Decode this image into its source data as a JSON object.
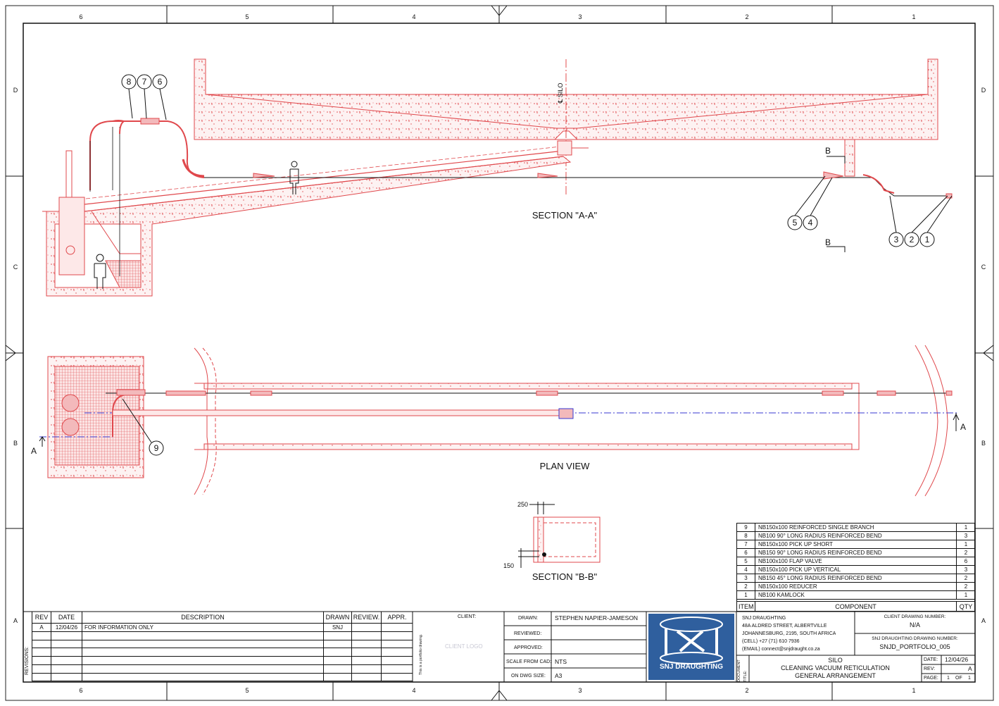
{
  "grid": {
    "columns": [
      "6",
      "5",
      "4",
      "3",
      "2",
      "1"
    ],
    "rows": [
      "D",
      "C",
      "B",
      "A"
    ]
  },
  "views": {
    "section_aa": "SECTION \"A-A\"",
    "plan": "PLAN VIEW",
    "section_bb": "SECTION \"B-B\"",
    "silo_label": "℄ SILO",
    "cut_b": "B",
    "cut_a": "A",
    "dim_250": "250",
    "dim_150": "150"
  },
  "balloons": {
    "top_left": [
      "8",
      "7",
      "6"
    ],
    "mid": [
      "5",
      "4"
    ],
    "right": [
      "3",
      "2",
      "1"
    ],
    "plan": [
      "9"
    ]
  },
  "bom": {
    "header_item": "ITEM",
    "header_component": "COMPONENT",
    "header_qty": "QTY",
    "rows": [
      {
        "item": "9",
        "component": "NB150x100 REINFORCED SINGLE BRANCH",
        "qty": "1"
      },
      {
        "item": "8",
        "component": "NB100 90° LONG RADIUS REINFORCED BEND",
        "qty": "3"
      },
      {
        "item": "7",
        "component": "NB150x100 PICK UP SHORT",
        "qty": "1"
      },
      {
        "item": "6",
        "component": "NB150 90° LONG RADIUS REINFORCED BEND",
        "qty": "2"
      },
      {
        "item": "5",
        "component": "NB100x100 FLAP VALVE",
        "qty": "6"
      },
      {
        "item": "4",
        "component": "NB150x100 PICK UP VERTICAL",
        "qty": "3"
      },
      {
        "item": "3",
        "component": "NB150 45° LONG RADIUS REINFORCED BEND",
        "qty": "2"
      },
      {
        "item": "2",
        "component": "NB150x100 REDUCER",
        "qty": "2"
      },
      {
        "item": "1",
        "component": "NB100 KAMLOCK",
        "qty": "1"
      }
    ]
  },
  "revisions": {
    "side_label": "REVISIONS:",
    "headers": {
      "rev": "REV",
      "date": "DATE",
      "description": "DESCRIPTION",
      "drawn": "DRAWN",
      "review": "REVIEW.",
      "appr": "APPR."
    },
    "rows": [
      {
        "rev": "A",
        "date": "12/04/26",
        "description": "FOR INFORMATION ONLY",
        "drawn": "SNJ",
        "review": "",
        "appr": ""
      }
    ],
    "portfolio_note": "This is a portfolio drawing."
  },
  "client": {
    "label": "CLIENT:",
    "logo_placeholder": "CLIENT LOGO"
  },
  "approvals": {
    "drawn_label": "DRAWN:",
    "drawn_value": "STEPHEN NAPIER-JAMESON",
    "reviewed_label": "REVIEWED:",
    "approved_label": "APPROVED:",
    "scale_label": "SCALE FROM CAD:",
    "scale_value": "NTS",
    "size_label": "ON DWG SIZE:",
    "size_value": "A3"
  },
  "company": {
    "logo_text": "SNJ DRAUGHTING",
    "name": "SNJ DRAUGHTING",
    "address1": "48A ALDRED STREET, ALBERTVILLE",
    "address2": "JOHANNESBURG, 2195, SOUTH AFRICA",
    "cell": "(CELL) +27 (71) 610 7936",
    "email": "(EMAIL) connect@snjdraught.co.za"
  },
  "document": {
    "title_label": "DOCUMENT TITLE:",
    "line1": "SILO",
    "line2": "CLEANING VACUUM RETICULATION",
    "line3": "GENERAL ARRANGEMENT",
    "client_dwg_label": "CLIENT DRAWING NUMBER:",
    "client_dwg_value": "N/A",
    "snj_dwg_label": "SNJ DRAUGHTING DRAWING NUMBER:",
    "snj_dwg_value": "SNJD_PORTFOLIO_005",
    "date_label": "DATE:",
    "date_value": "12/04/26",
    "rev_label": "REV:",
    "rev_value": "A",
    "page_label": "PAGE:",
    "page_value": "1",
    "page_of": "OF",
    "page_total": "1"
  },
  "colors": {
    "concrete": "#e0484c",
    "hatch_fill": "#f3b9bb",
    "centerline_blue": "#3a3ad0",
    "logo_blue": "#2f5f9e"
  }
}
